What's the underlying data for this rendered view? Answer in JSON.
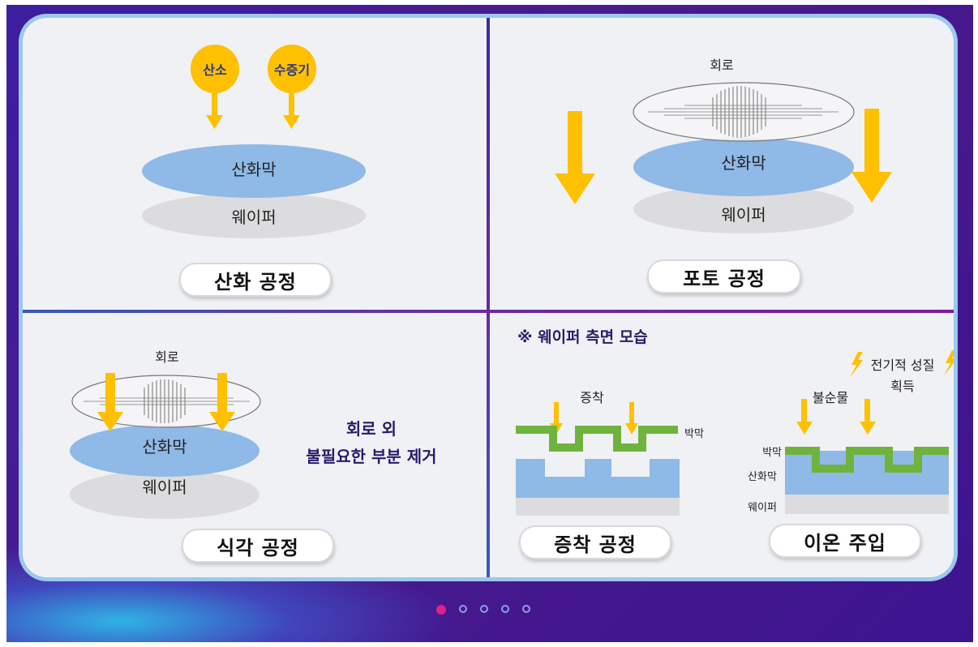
{
  "panels": {
    "oxidation": {
      "title": "산화 공정",
      "inputs": [
        "산소",
        "수증기"
      ],
      "layer_top": "산화막",
      "layer_bottom": "웨이퍼"
    },
    "photo": {
      "title": "포토 공정",
      "circuit": "회로",
      "layer_top": "산화막",
      "layer_bottom": "웨이퍼"
    },
    "etching": {
      "title": "식각 공정",
      "circuit": "회로",
      "layer_top": "산화막",
      "layer_bottom": "웨이퍼",
      "desc_line1": "회로 외",
      "desc_line2": "불필요한 부분 제거"
    },
    "deposition": {
      "note": "※ 웨이퍼 측면 모습",
      "dep_title": "증착 공정",
      "dep_label": "증착",
      "thin_film": "박막",
      "ion_title": "이온 주입",
      "impurity": "불순물",
      "ion_film": "박막",
      "ion_oxide": "산화막",
      "ion_wafer": "웨이퍼",
      "electric_line1": "전기적 성질",
      "electric_line2": "획득"
    }
  },
  "colors": {
    "arrow": "#ffc000",
    "oxide": "#8fb9e6",
    "wafer": "#dcdcde",
    "film": "#6fb33e",
    "accent_text": "#2a1a6a"
  },
  "pagination": {
    "count": 5,
    "active_index": 0
  }
}
